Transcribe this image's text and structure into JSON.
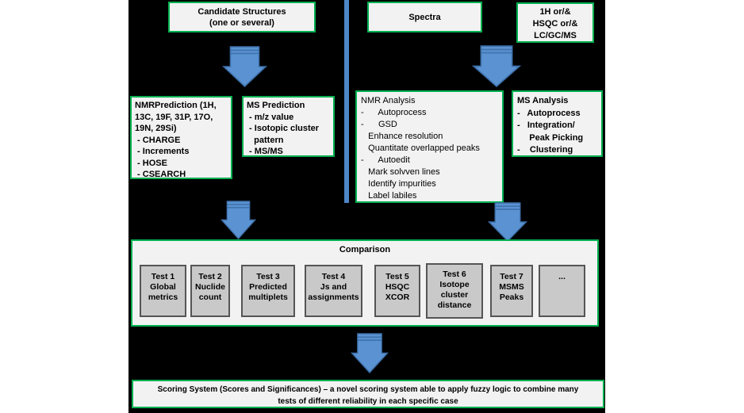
{
  "colors": {
    "border_green": "#00b050",
    "box_fill": "#f2f2f2",
    "test_fill": "#c9c9c9",
    "test_border": "#555555",
    "arrow_fill": "#5b93d2",
    "arrow_stroke": "#3c6ea8",
    "divider": "#4f86c6",
    "canvas": "#000000"
  },
  "boxes": {
    "candidate": {
      "lines": [
        "Candidate Structures",
        "(one or several)"
      ]
    },
    "spectra": {
      "label": "Spectra"
    },
    "inputs": {
      "lines": [
        "1H or/&",
        "HSQC or/&",
        "LC/GC/MS"
      ]
    },
    "nmr_prediction": {
      "lines": [
        "NMRPrediction (1H,",
        "13C, 19F, 31P, 17O,",
        "19N, 29Si)",
        " - CHARGE",
        " - Increments",
        " - HOSE",
        " - CSEARCH"
      ]
    },
    "ms_prediction": {
      "lines": [
        "MS Prediction",
        " - m/z value",
        " - Isotopic cluster",
        "   pattern",
        " - MS/MS"
      ]
    },
    "nmr_analysis": {
      "lines": [
        "NMR Analysis",
        "-      Autoprocess",
        "-      GSD",
        "   Enhance resolution",
        "   Quantitate overlapped peaks",
        "-      Autoedit",
        "   Mark solvven lines",
        "   Identify impurities",
        "   Label labiles"
      ]
    },
    "ms_analysis": {
      "lines": [
        "MS Analysis",
        "-   Autoprocess",
        "-   Integration/",
        "     Peak Picking",
        "-    Clustering"
      ]
    },
    "comparison": {
      "title": "Comparison",
      "tests": [
        {
          "lines": [
            "Test 1",
            "Global",
            "metrics"
          ]
        },
        {
          "lines": [
            "Test 2",
            "Nuclide",
            "count"
          ]
        },
        {
          "lines": [
            "Test 3",
            "Predicted",
            "multiplets"
          ]
        },
        {
          "lines": [
            "Test 4",
            "Js and",
            "assignments"
          ]
        },
        {
          "lines": [
            "Test 5",
            "HSQC",
            "XCOR"
          ]
        },
        {
          "lines": [
            "Test 6",
            "Isotope",
            "cluster",
            "distance"
          ]
        },
        {
          "lines": [
            "Test 7",
            "MSMS",
            "Peaks"
          ]
        },
        {
          "lines": [
            "..."
          ]
        }
      ]
    },
    "scoring": {
      "lines": [
        "Scoring System (Scores and Significances) – a novel scoring system able to apply fuzzy logic to combine many",
        "tests of different reliability in each specific case"
      ]
    }
  }
}
